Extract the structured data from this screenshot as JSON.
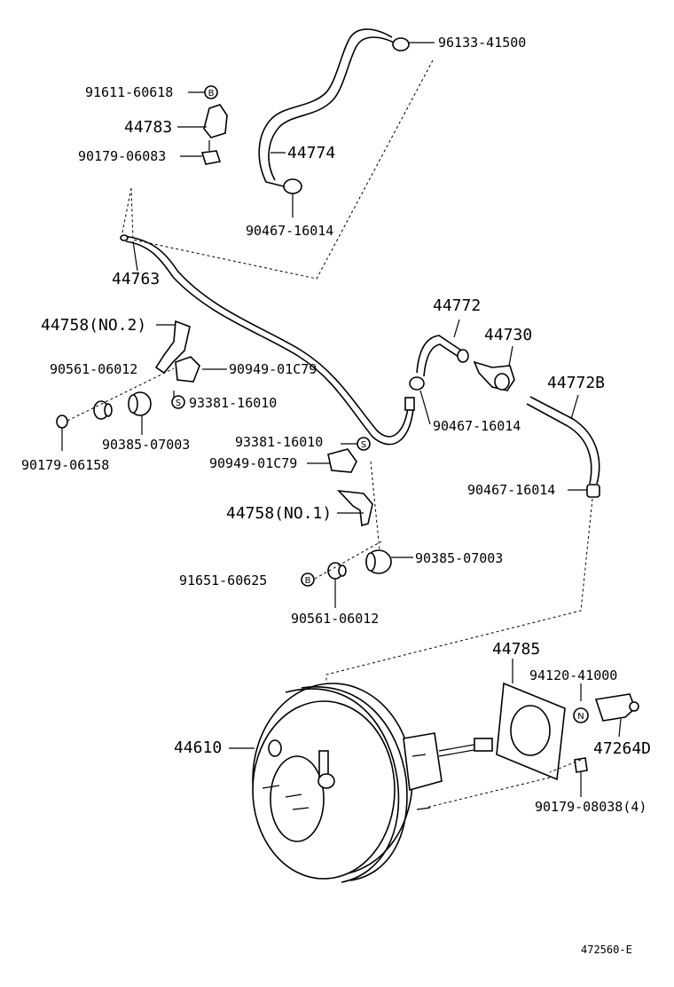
{
  "diagram_id": "472560-E",
  "callouts": {
    "p96133_41500": "96133-41500",
    "p91611_60618": "91611-60618",
    "p44783": "44783",
    "p90179_06083": "90179-06083",
    "p44774": "44774",
    "p90467_16014_a": "90467-16014",
    "p44763": "44763",
    "p44758_no2": "44758(NO.2)",
    "p90561_06012_a": "90561-06012",
    "p90949_01c79_a": "90949-01C79",
    "p93381_16010_a": "93381-16010",
    "p90179_06158": "90179-06158",
    "p90385_07003_a": "90385-07003",
    "p44772": "44772",
    "p44730": "44730",
    "p44772b": "44772B",
    "p90467_16014_b": "90467-16014",
    "p93381_16010_b": "93381-16010",
    "p90949_01c79_b": "90949-01C79",
    "p90467_16014_c": "90467-16014",
    "p44758_no1": "44758(NO.1)",
    "p90385_07003_b": "90385-07003",
    "p91651_60625": "91651-60625",
    "p90561_06012_b": "90561-06012",
    "p44785": "44785",
    "p94120_41000": "94120-41000",
    "p44610": "44610",
    "p47264d": "47264D",
    "p90179_08038": "90179-08038(4)"
  },
  "markers": {
    "b": "B",
    "s": "S",
    "n": "N"
  }
}
